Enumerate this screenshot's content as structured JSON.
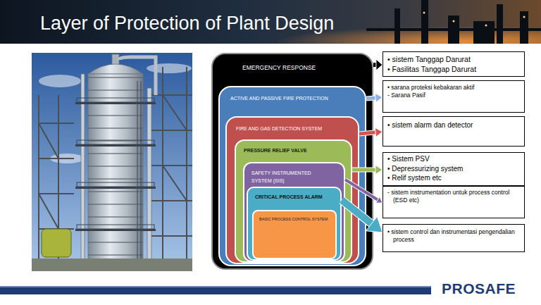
{
  "diagram": {
    "title": "Layer of Protection of Plant Design",
    "nodes": [
      {
        "text": [
          "EMERGENCY RESPONSE"
        ]
      },
      {
        "text": [
          "ACTIVE AND PASSIVE FIRE PROTECTION"
        ],
        "in": 0
      },
      {
        "text": [
          "FIRE AND GAS DETECTION SYSTEM"
        ],
        "in": 1
      },
      {
        "text": [
          "PRESSURE RELIEF VALVE"
        ],
        "in": 2
      },
      {
        "text": [
          "SAFETY INSTRUMENTED SYSTEM (SIS)"
        ],
        "in": 3
      },
      {
        "text": [
          "CRITICAL PROCESS ALARM"
        ],
        "in": 4
      },
      {
        "text": [
          "BASIC PROCESS CONTROL SYSTEM"
        ],
        "in": 5
      },
      {
        "text": [
          "• sistem Tanggap Darurat",
          "• Fasilitas Tanggap Darurat"
        ]
      },
      {
        "text": [
          "• sarana proteksi kebakaran aktif",
          "- Sarana Pasif"
        ]
      },
      {
        "text": [
          "• sistem alarm dan detector"
        ]
      },
      {
        "text": [
          "• Sistem PSV",
          "• Depressurizing system",
          "• Relif system etc"
        ]
      },
      {
        "text": [
          "- sistem instrumentation untuk process control (ESD etc)"
        ]
      },
      {
        "text": [
          "• sistem control dan instrumentasi pengendalian process"
        ]
      }
    ],
    "edges": [
      {
        "from": 0,
        "to": 7,
        "arrow": "to"
      },
      {
        "from": 1,
        "to": 8,
        "arrow": "to"
      },
      {
        "from": 2,
        "to": 9,
        "arrow": "to"
      },
      {
        "from": 3,
        "to": 10,
        "arrow": "to"
      },
      {
        "from": 4,
        "to": 11,
        "arrow": "to"
      },
      {
        "from": 5,
        "to": 12,
        "arrow": "to"
      }
    ],
    "labels": [
      "PROSAFE"
    ]
  }
}
